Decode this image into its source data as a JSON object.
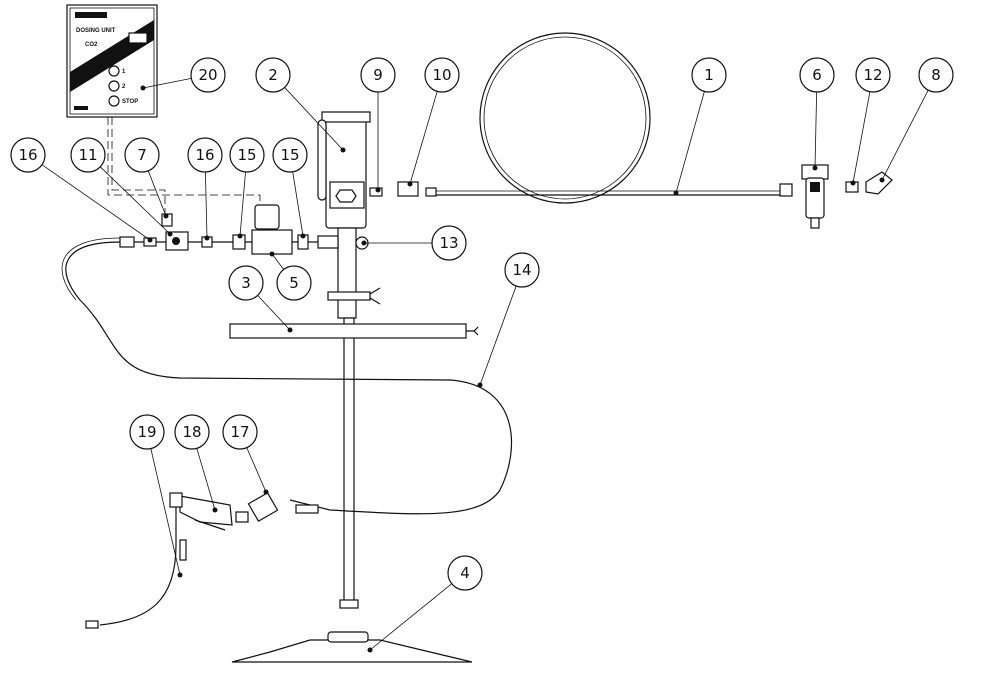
{
  "control_box": {
    "title": "DOSING UNIT",
    "subtitle": "CO2",
    "buttons": [
      "1",
      "2",
      "STOP"
    ]
  },
  "callouts": [
    "20",
    "2",
    "9",
    "10",
    "1",
    "6",
    "12",
    "8",
    "16",
    "11",
    "7",
    "16",
    "15",
    "15",
    "13",
    "5",
    "3",
    "14",
    "19",
    "18",
    "17",
    "4"
  ]
}
